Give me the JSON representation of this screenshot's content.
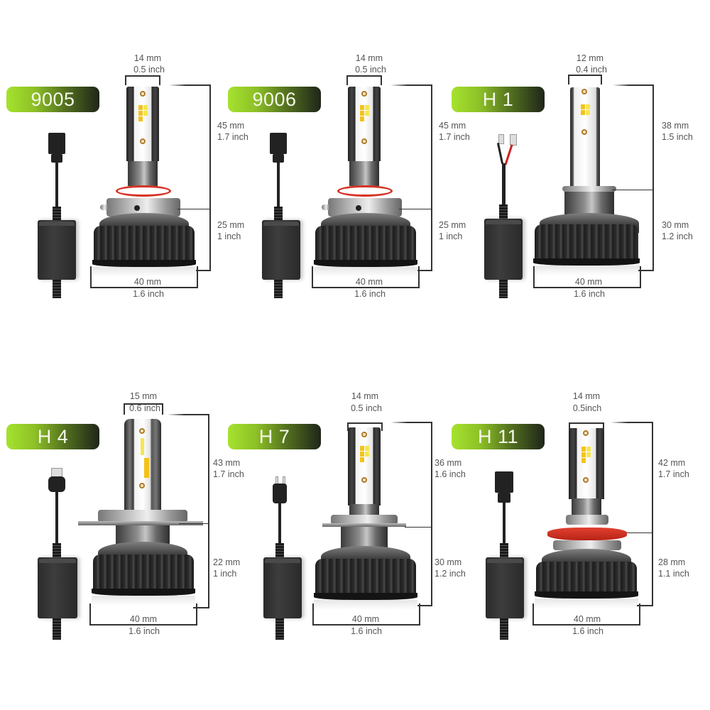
{
  "colors": {
    "badge_gradient_start": "#a6e22e",
    "badge_gradient_end": "#1f2519",
    "dimension_line": "#333333",
    "dimension_text": "#555555",
    "o_ring": "#d63324",
    "led_yellow": "#f3c319"
  },
  "bulbs": [
    {
      "model": "9005",
      "top_width": {
        "mm": "14 mm",
        "inch": "0.5 inch"
      },
      "upper_height": {
        "mm": "45 mm",
        "inch": "1.7 inch"
      },
      "lower_height": {
        "mm": "25 mm",
        "inch": "1 inch"
      },
      "base_width": {
        "mm": "40 mm",
        "inch": "1.6 inch"
      },
      "connector": "9005-plug-icon"
    },
    {
      "model": "9006",
      "top_width": {
        "mm": "14 mm",
        "inch": "0.5 inch"
      },
      "upper_height": {
        "mm": "45 mm",
        "inch": "1.7 inch"
      },
      "lower_height": {
        "mm": "25 mm",
        "inch": "1 inch"
      },
      "base_width": {
        "mm": "40 mm",
        "inch": "1.6 inch"
      },
      "connector": "9006-plug-icon"
    },
    {
      "model": "H 1",
      "top_width": {
        "mm": "12 mm",
        "inch": "0.4 inch"
      },
      "upper_height": {
        "mm": "38 mm",
        "inch": "1.5 inch"
      },
      "lower_height": {
        "mm": "30 mm",
        "inch": "1.2 inch"
      },
      "base_width": {
        "mm": "40 mm",
        "inch": "1.6 inch"
      },
      "connector": "h1-two-wire-terminal-icon"
    },
    {
      "model": "H 4",
      "top_width": {
        "mm": "15 mm",
        "inch": "0.6 inch"
      },
      "upper_height": {
        "mm": "43 mm",
        "inch": "1.7 inch"
      },
      "lower_height": {
        "mm": "22 mm",
        "inch": "1 inch"
      },
      "base_width": {
        "mm": "40 mm",
        "inch": "1.6 inch"
      },
      "connector": "h4-plug-icon"
    },
    {
      "model": "H 7",
      "top_width": {
        "mm": "14 mm",
        "inch": "0.5 inch"
      },
      "upper_height": {
        "mm": "36 mm",
        "inch": "1.6 inch"
      },
      "lower_height": {
        "mm": "30 mm",
        "inch": "1.2 inch"
      },
      "base_width": {
        "mm": "40 mm",
        "inch": "1.6 inch"
      },
      "connector": "h7-plug-icon"
    },
    {
      "model": "H 11",
      "top_width": {
        "mm": "14 mm",
        "inch": "0.5inch"
      },
      "upper_height": {
        "mm": "42 mm",
        "inch": "1.7 inch"
      },
      "lower_height": {
        "mm": "28 mm",
        "inch": "1.1 inch"
      },
      "base_width": {
        "mm": "40 mm",
        "inch": "1.6 inch"
      },
      "connector": "h11-plug-icon"
    }
  ]
}
